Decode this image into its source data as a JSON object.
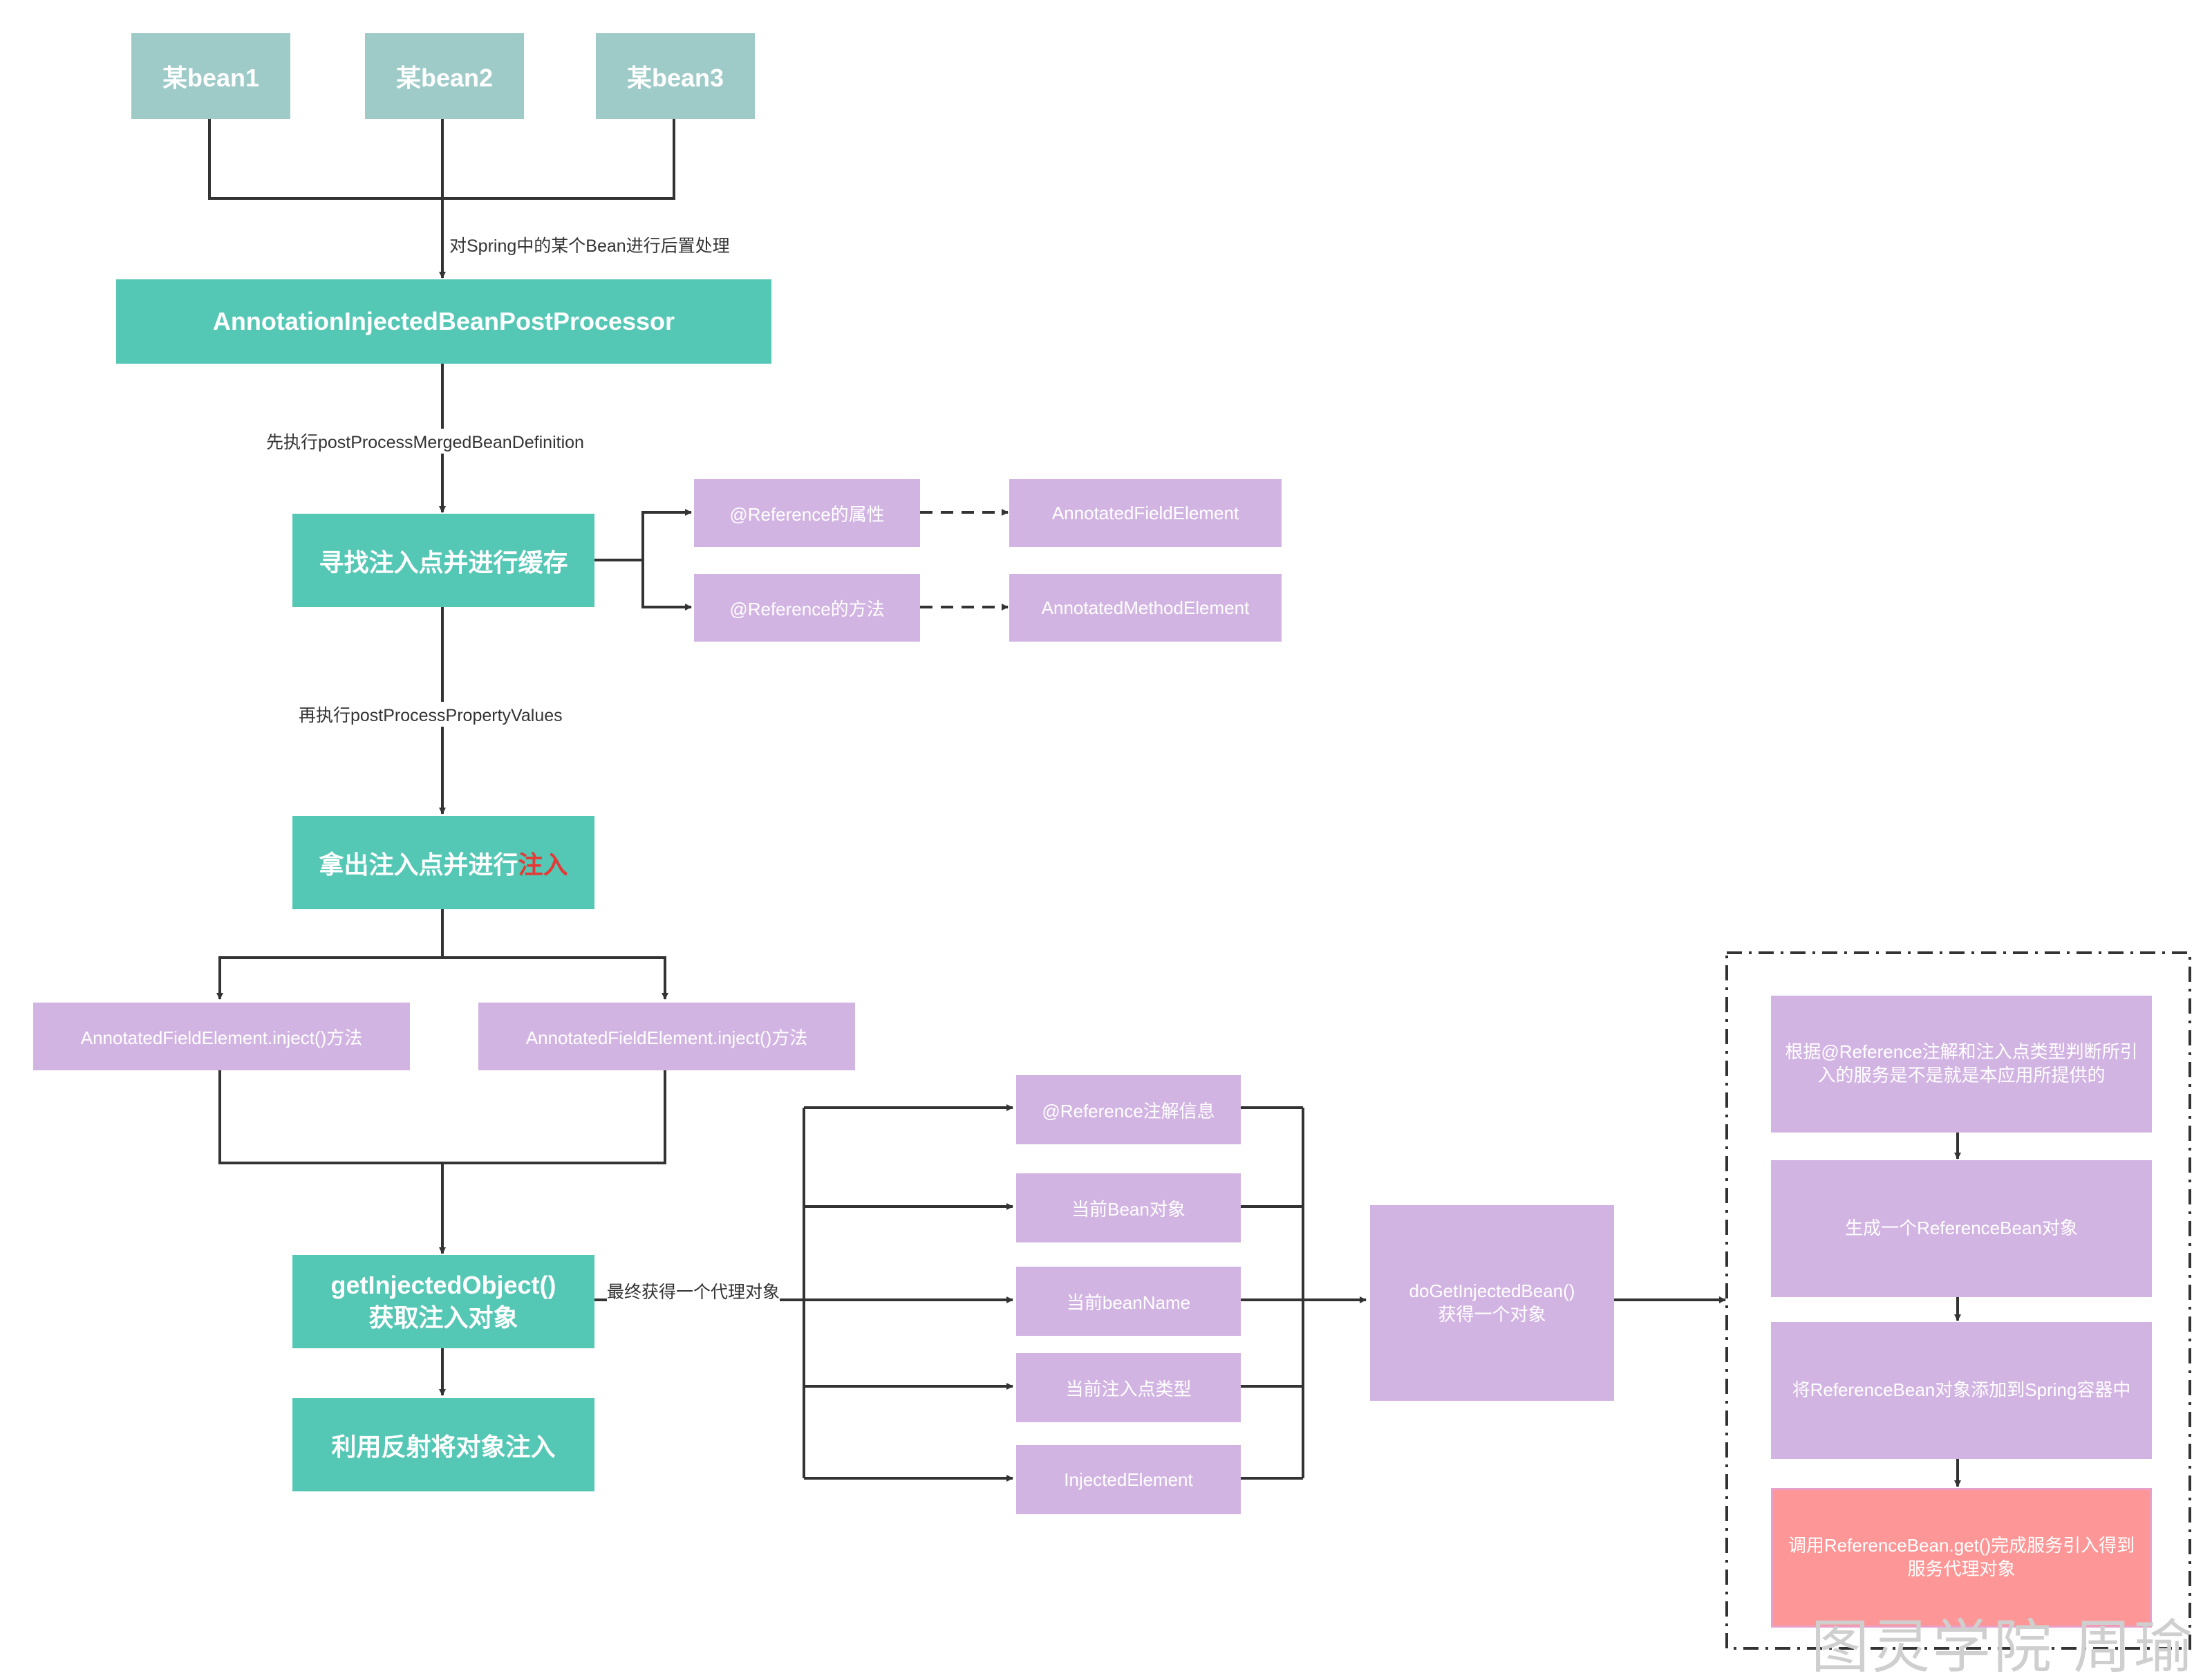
{
  "beans": [
    "某bean1",
    "某bean2",
    "某bean3"
  ],
  "processor": "AnnotationInjectedBeanPostProcessor",
  "edge_labels": {
    "post_process": "对Spring中的某个Bean进行后置处理",
    "merged_def": "先执行postProcessMergedBeanDefinition",
    "property_values": "再执行postProcessPropertyValues",
    "proxy": "最终获得一个代理对象"
  },
  "find_step": "寻找注入点并进行缓存",
  "ref_field": "@Reference的属性",
  "ref_method": "@Reference的方法",
  "field_element": "AnnotatedFieldElement",
  "method_element": "AnnotatedMethodElement",
  "inject_step_prefix": "拿出注入点并进行",
  "inject_step_highlight": "注入",
  "inject_left": "AnnotatedFieldElement.inject()方法",
  "inject_right": "AnnotatedFieldElement.inject()方法",
  "get_injected_line1": "getInjectedObject()",
  "get_injected_line2": "获取注入对象",
  "reflect_step": "利用反射将对象注入",
  "params": [
    "@Reference注解信息",
    "当前Bean对象",
    "当前beanName",
    "当前注入点类型",
    "InjectedElement"
  ],
  "do_get_line1": "doGetInjectedBean()",
  "do_get_line2": "获得一个对象",
  "steps": [
    "根据@Reference注解和注入点类型判断所引入的服务是不是就是本应用所提供的",
    "生成一个ReferenceBean对象",
    "将ReferenceBean对象添加到Spring容器中",
    "调用ReferenceBean.get()完成服务引入得到服务代理对象"
  ],
  "watermark": "图灵学院 周瑜"
}
